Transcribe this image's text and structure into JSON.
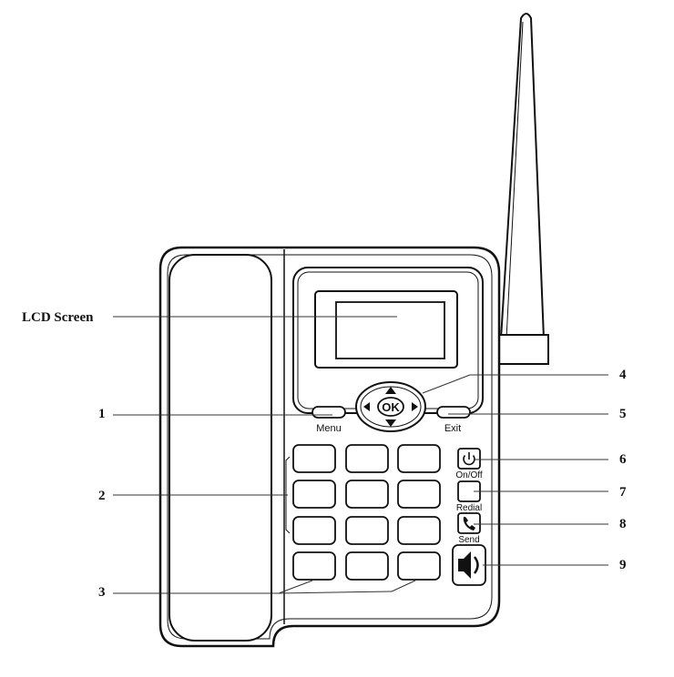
{
  "callouts": {
    "lcd": "LCD Screen",
    "n1": "1",
    "n2": "2",
    "n3": "3",
    "n4": "4",
    "n5": "5",
    "n6": "6",
    "n7": "7",
    "n8": "8",
    "n9": "9"
  },
  "buttons": {
    "ok": "OK",
    "menu": "Menu",
    "exit": "Exit",
    "onoff": "On/Off",
    "redial": "Redial",
    "send": "Send"
  },
  "icons": {
    "power": "power-icon",
    "phone": "phone-handset-icon",
    "speaker": "speaker-icon"
  }
}
